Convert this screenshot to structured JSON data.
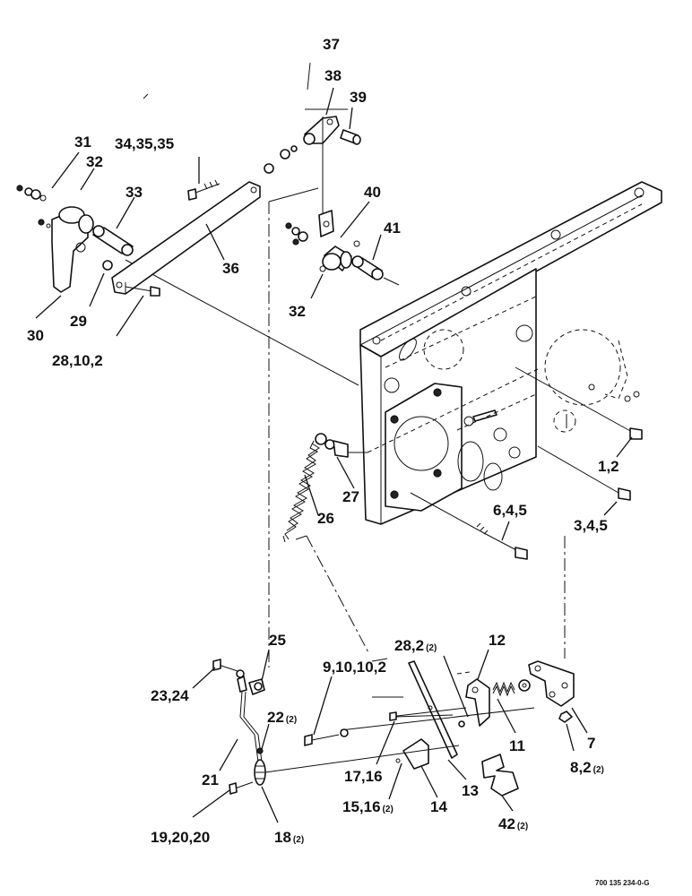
{
  "callouts": {
    "c37": "37",
    "c38": "38",
    "c39": "39",
    "c31": "31",
    "c32a": "32",
    "c34": "34,35,35",
    "c33": "33",
    "c40": "40",
    "c41": "41",
    "c36": "36",
    "c30": "30",
    "c29": "29",
    "c32b": "32",
    "c28a": "28,10,2",
    "c1": "1,2",
    "c27": "27",
    "c26": "26",
    "c6": "6,4,5",
    "c3": "3,4,5",
    "c25": "25",
    "c12": "12",
    "c28b": "28,2",
    "c28b_sub": "(2)",
    "c9": "9,10,10,2",
    "c23": "23,24",
    "c22": "22",
    "c22_sub": "(2)",
    "c11": "11",
    "c7": "7",
    "c8": "8,2",
    "c8_sub": "(2)",
    "c17": "17,16",
    "c21": "21",
    "c13": "13",
    "c15": "15,16",
    "c15_sub": "(2)",
    "c14": "14",
    "c42": "42",
    "c42_sub": "(2)",
    "c19": "19,20,20",
    "c18": "18",
    "c18_sub": "(2)"
  },
  "drawing_number": "700 135 234-0-G"
}
